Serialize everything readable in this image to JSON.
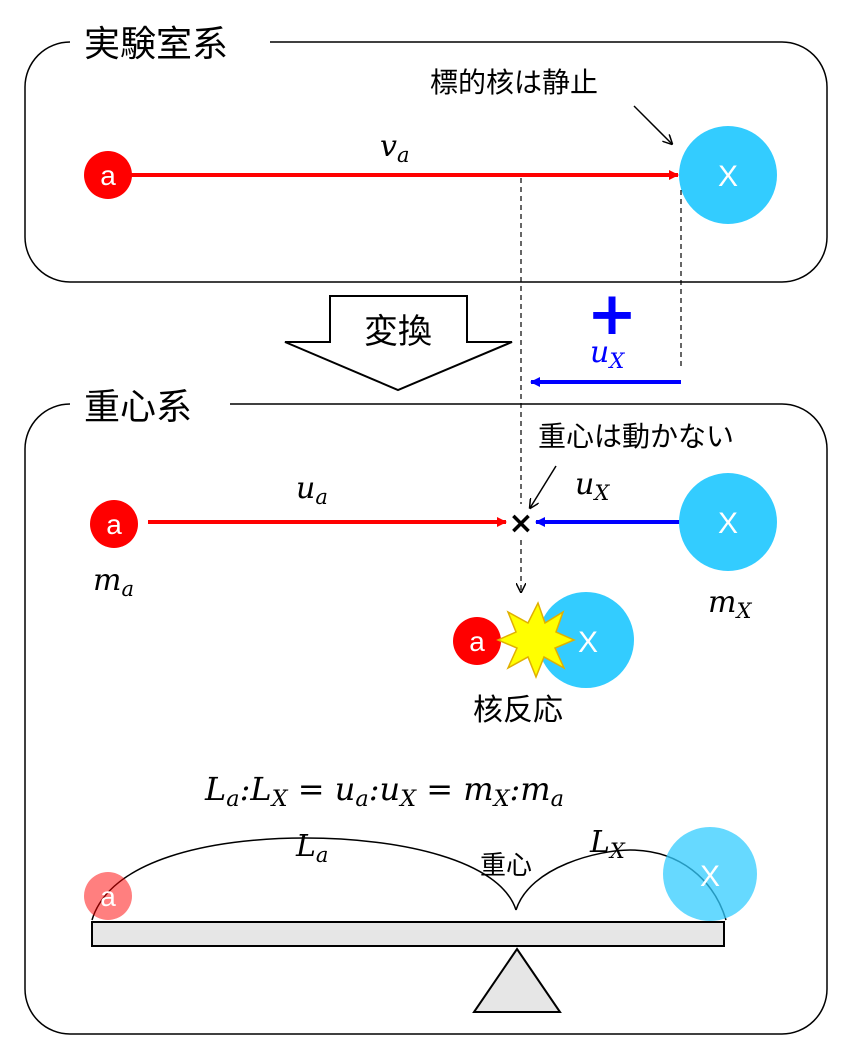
{
  "lab_frame": {
    "title": "実験室系",
    "target_note": "標的核は静止",
    "projectile_label": "a",
    "target_label": "X",
    "velocity": {
      "symbol": "v",
      "sub": "a"
    }
  },
  "transform": {
    "label": "変換",
    "plus_sign": "+",
    "shift_velocity": {
      "symbol": "u",
      "sub": "X"
    }
  },
  "cm_frame": {
    "title": "重心系",
    "cm_note": "重心は動かない",
    "projectile_label": "a",
    "target_label": "X",
    "u_a": {
      "symbol": "u",
      "sub": "a"
    },
    "u_X": {
      "symbol": "u",
      "sub": "X"
    },
    "m_a": {
      "symbol": "m",
      "sub": "a"
    },
    "m_X": {
      "symbol": "m",
      "sub": "X"
    },
    "cm_marker": "×",
    "reaction_label": "核反応",
    "reaction_a": "a",
    "reaction_X": "X"
  },
  "equation": {
    "parts": [
      {
        "symbol": "L",
        "sub": "a"
      },
      ":",
      {
        "symbol": "L",
        "sub": "X"
      },
      " = ",
      {
        "symbol": "u",
        "sub": "a"
      },
      ":",
      {
        "symbol": "u",
        "sub": "X"
      },
      " = ",
      {
        "symbol": "m",
        "sub": "X"
      },
      ":",
      {
        "symbol": "m",
        "sub": "a"
      }
    ]
  },
  "seesaw": {
    "L_a": {
      "symbol": "L",
      "sub": "a"
    },
    "L_X": {
      "symbol": "L",
      "sub": "X"
    },
    "center_label": "重心",
    "left_ball": "a",
    "right_ball": "X"
  },
  "colors": {
    "red": "#ff0000",
    "blue": "#0000ff",
    "cyan": "#33ccff",
    "yellow": "#ffff00",
    "beam_fill": "#e6e6e6"
  }
}
